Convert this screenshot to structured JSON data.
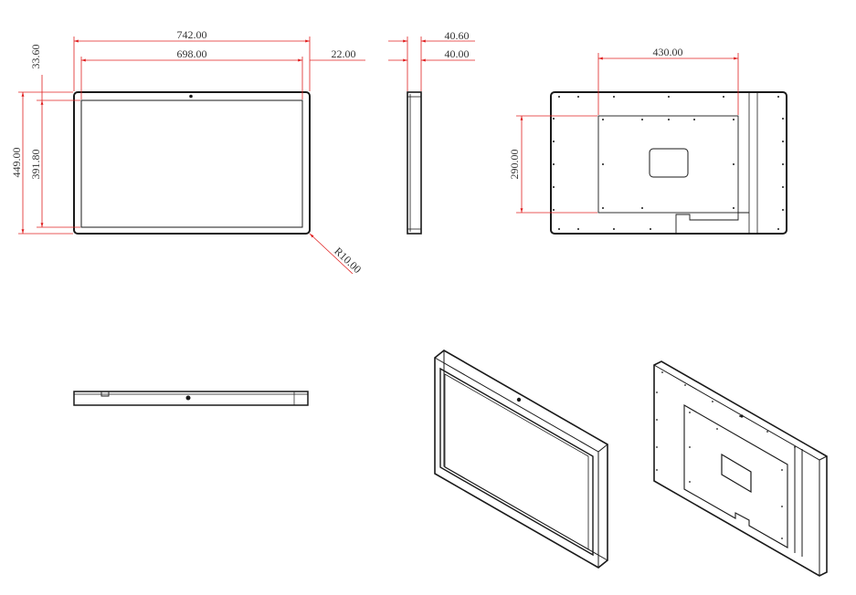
{
  "drawing": {
    "dimensions": {
      "front_outer_width": "742.00",
      "front_inner_width": "698.00",
      "front_outer_height": "449.00",
      "front_inner_height": "391.80",
      "top_bezel": "33.60",
      "side_bezel": "22.00",
      "corner_radius": "R10.00",
      "side_depth_outer": "40.60",
      "side_depth_inner": "40.00",
      "rear_plate_width": "430.00",
      "rear_plate_height": "290.00"
    },
    "colors": {
      "dimension_line": "#e02020",
      "outline": "#1a1a1a",
      "text": "#333333"
    }
  }
}
